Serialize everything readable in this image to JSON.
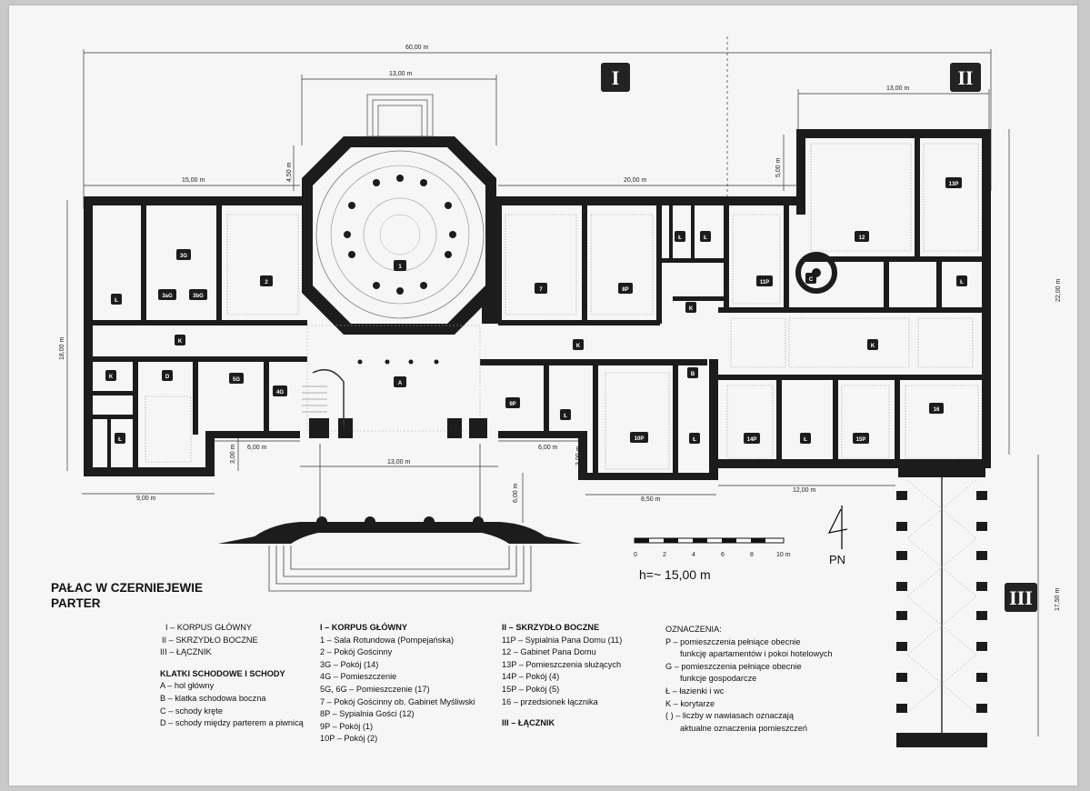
{
  "plan": {
    "title_line1": "PAŁAC W CZERNIEJEWIE",
    "title_line2": "PARTER",
    "height_note": "h=~ 15,00 m",
    "north_label": "PN",
    "section_marks": [
      "I",
      "II",
      "III"
    ]
  },
  "dimensions": {
    "total_width": "60,00 m",
    "rotunda_width": "13,00 m",
    "right_wing_width": "13,00 m",
    "left_length": "15,00 m",
    "rotunda_projection": "4,50 m",
    "mid_length": "20,00 m",
    "right_projection": "5,00 m",
    "right_height": "22,00 m",
    "left_height": "18,00 m",
    "wing_left_gap": "6,00 m",
    "wing_left_depth": "3,00 m",
    "wing_right_gap": "6,00 m",
    "wing_right_depth": "3,00 m",
    "portico_width": "13,00 m",
    "portico_depth": "6,00 m",
    "left_bottom": "9,00 m",
    "mid_bottom": "8,50 m",
    "right_bottom": "12,00 m",
    "connector_length": "17,50 m"
  },
  "scale": {
    "ticks": [
      "0",
      "2",
      "4",
      "6",
      "8",
      "10 m"
    ]
  },
  "rooms": [
    "1",
    "2",
    "3G",
    "3aG",
    "3bG",
    "4G",
    "5G",
    "7",
    "8P",
    "9P",
    "10P",
    "11P",
    "12",
    "13P",
    "14P",
    "15P",
    "16",
    "A",
    "B",
    "C",
    "D",
    "K",
    "Ł"
  ],
  "legend": {
    "col1": {
      "sections": [
        "I – KORPUS GŁÓWNY",
        "II – SKRZYDŁO BOCZNE",
        "III – ŁĄCZNIK"
      ],
      "stairs_title": "KLATKI SCHODOWE I SCHODY",
      "stairs": [
        "A – hol główny",
        "B – klatka schodowa boczna",
        "C – schody kręte",
        "D – schody między parterem a piwnicą"
      ]
    },
    "col2": {
      "title": "I – KORPUS GŁÓWNY",
      "items": [
        "1 – Sala Rotundowa (Pompejańska)",
        "2 – Pokój Gościnny",
        "3G – Pokój (14)",
        "4G – Pomieszczenie",
        "5G, 6G – Pomieszczenie (17)",
        "7 – Pokój Gościnny ob. Gabinet Myśliwski",
        "8P – Sypialnia Gości (12)",
        "9P – Pokój (1)",
        "10P – Pokój (2)"
      ]
    },
    "col3": {
      "title": "II – SKRZYDŁO BOCZNE",
      "items": [
        "11P – Sypialnia Pana Domu (11)",
        "12 – Gabinet Pana Domu",
        "13P – Pomieszczenia służących",
        "14P – Pokój (4)",
        "15P – Pokój (5)",
        "16 – przedsionek łącznika"
      ],
      "title2": "III – ŁĄCZNIK"
    },
    "col4": {
      "title": "OZNACZENIA:",
      "items": [
        "P – pomieszczenia pełniące obecnie",
        "funkcję apartamentów i pokoi hotelowych",
        "G – pomieszczenia pełniące obecnie",
        "funkcje gospodarcze",
        "Ł – łazienki i wc",
        "K – korytarze",
        "( ) – liczby w nawiasach oznaczają",
        "aktualne oznaczenia pomieszczeń"
      ]
    }
  }
}
